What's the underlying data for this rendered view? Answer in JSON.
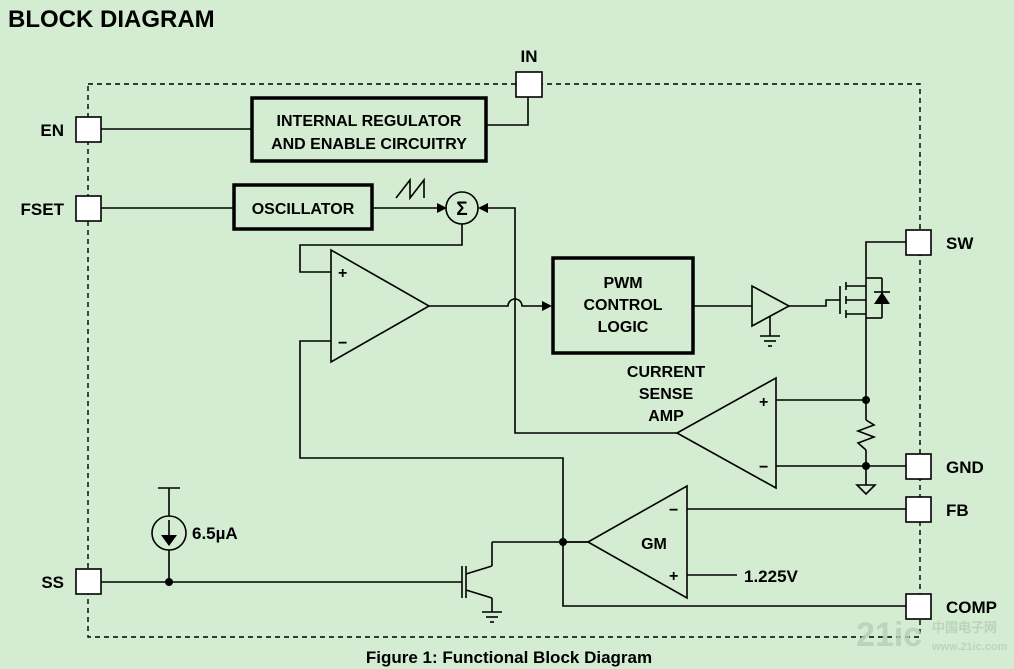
{
  "title": "BLOCK DIAGRAM",
  "caption": "Figure 1: Functional Block Diagram",
  "pins": {
    "in": "IN",
    "en": "EN",
    "fset": "FSET",
    "ss": "SS",
    "sw": "SW",
    "gnd": "GND",
    "fb": "FB",
    "comp": "COMP"
  },
  "blocks": {
    "regulator_line1": "INTERNAL REGULATOR",
    "regulator_line2": "AND ENABLE CIRCUITRY",
    "oscillator": "OSCILLATOR",
    "pwm_line1": "PWM",
    "pwm_line2": "CONTROL",
    "pwm_line3": "LOGIC",
    "csa_line1": "CURRENT",
    "csa_line2": "SENSE",
    "csa_line3": "AMP",
    "gm": "GM"
  },
  "symbols": {
    "sum": "Σ",
    "plus": "+",
    "minus": "−"
  },
  "values": {
    "current_source": "6.5µA",
    "reference": "1.225V"
  },
  "watermark": {
    "logo": "21ic",
    "cn": "中国电子网",
    "url": "www.21ic.com"
  }
}
